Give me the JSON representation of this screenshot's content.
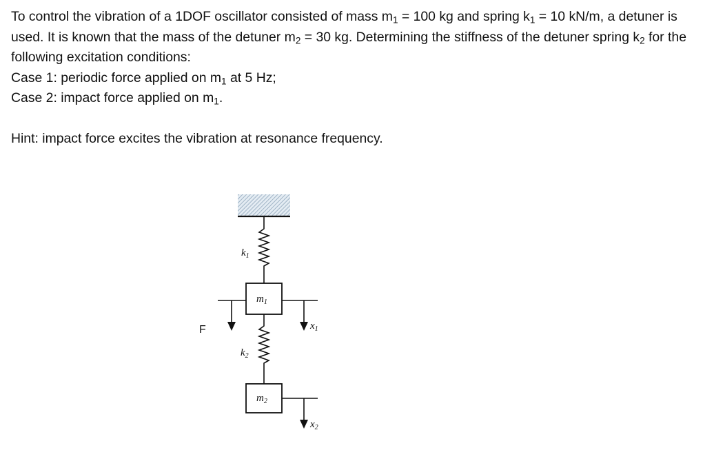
{
  "problem": {
    "intro_1": "To control the vibration of a 1DOF oscillator consisted of mass m",
    "intro_sub_1": "1",
    "intro_2": " = 100 kg and spring k",
    "intro_sub_2": "1",
    "intro_3": " = 10 kN/m, a detuner is used. It is known that the mass of the detuner m",
    "intro_sub_3": "2",
    "intro_4": " = 30 kg. Determining the stiffness of the detuner spring k",
    "intro_sub_4": "2",
    "intro_5": " for the following excitation conditions:",
    "case1_a": "Case 1: periodic force applied on m",
    "case1_sub": "1",
    "case1_b": " at 5 Hz;",
    "case2_a": "Case 2: impact force applied on m",
    "case2_sub": "1",
    "case2_b": ".",
    "hint": "Hint: impact force excites the vibration at resonance frequency."
  },
  "diagram": {
    "k1_label": "k",
    "k1_sub": "1",
    "m1_label": "m",
    "m1_sub": "1",
    "k2_label": "k",
    "k2_sub": "2",
    "m2_label": "m",
    "m2_sub": "2",
    "force_label": "F",
    "x1_label": "x",
    "x1_sub": "1",
    "x2_label": "x",
    "x2_sub": "2"
  }
}
